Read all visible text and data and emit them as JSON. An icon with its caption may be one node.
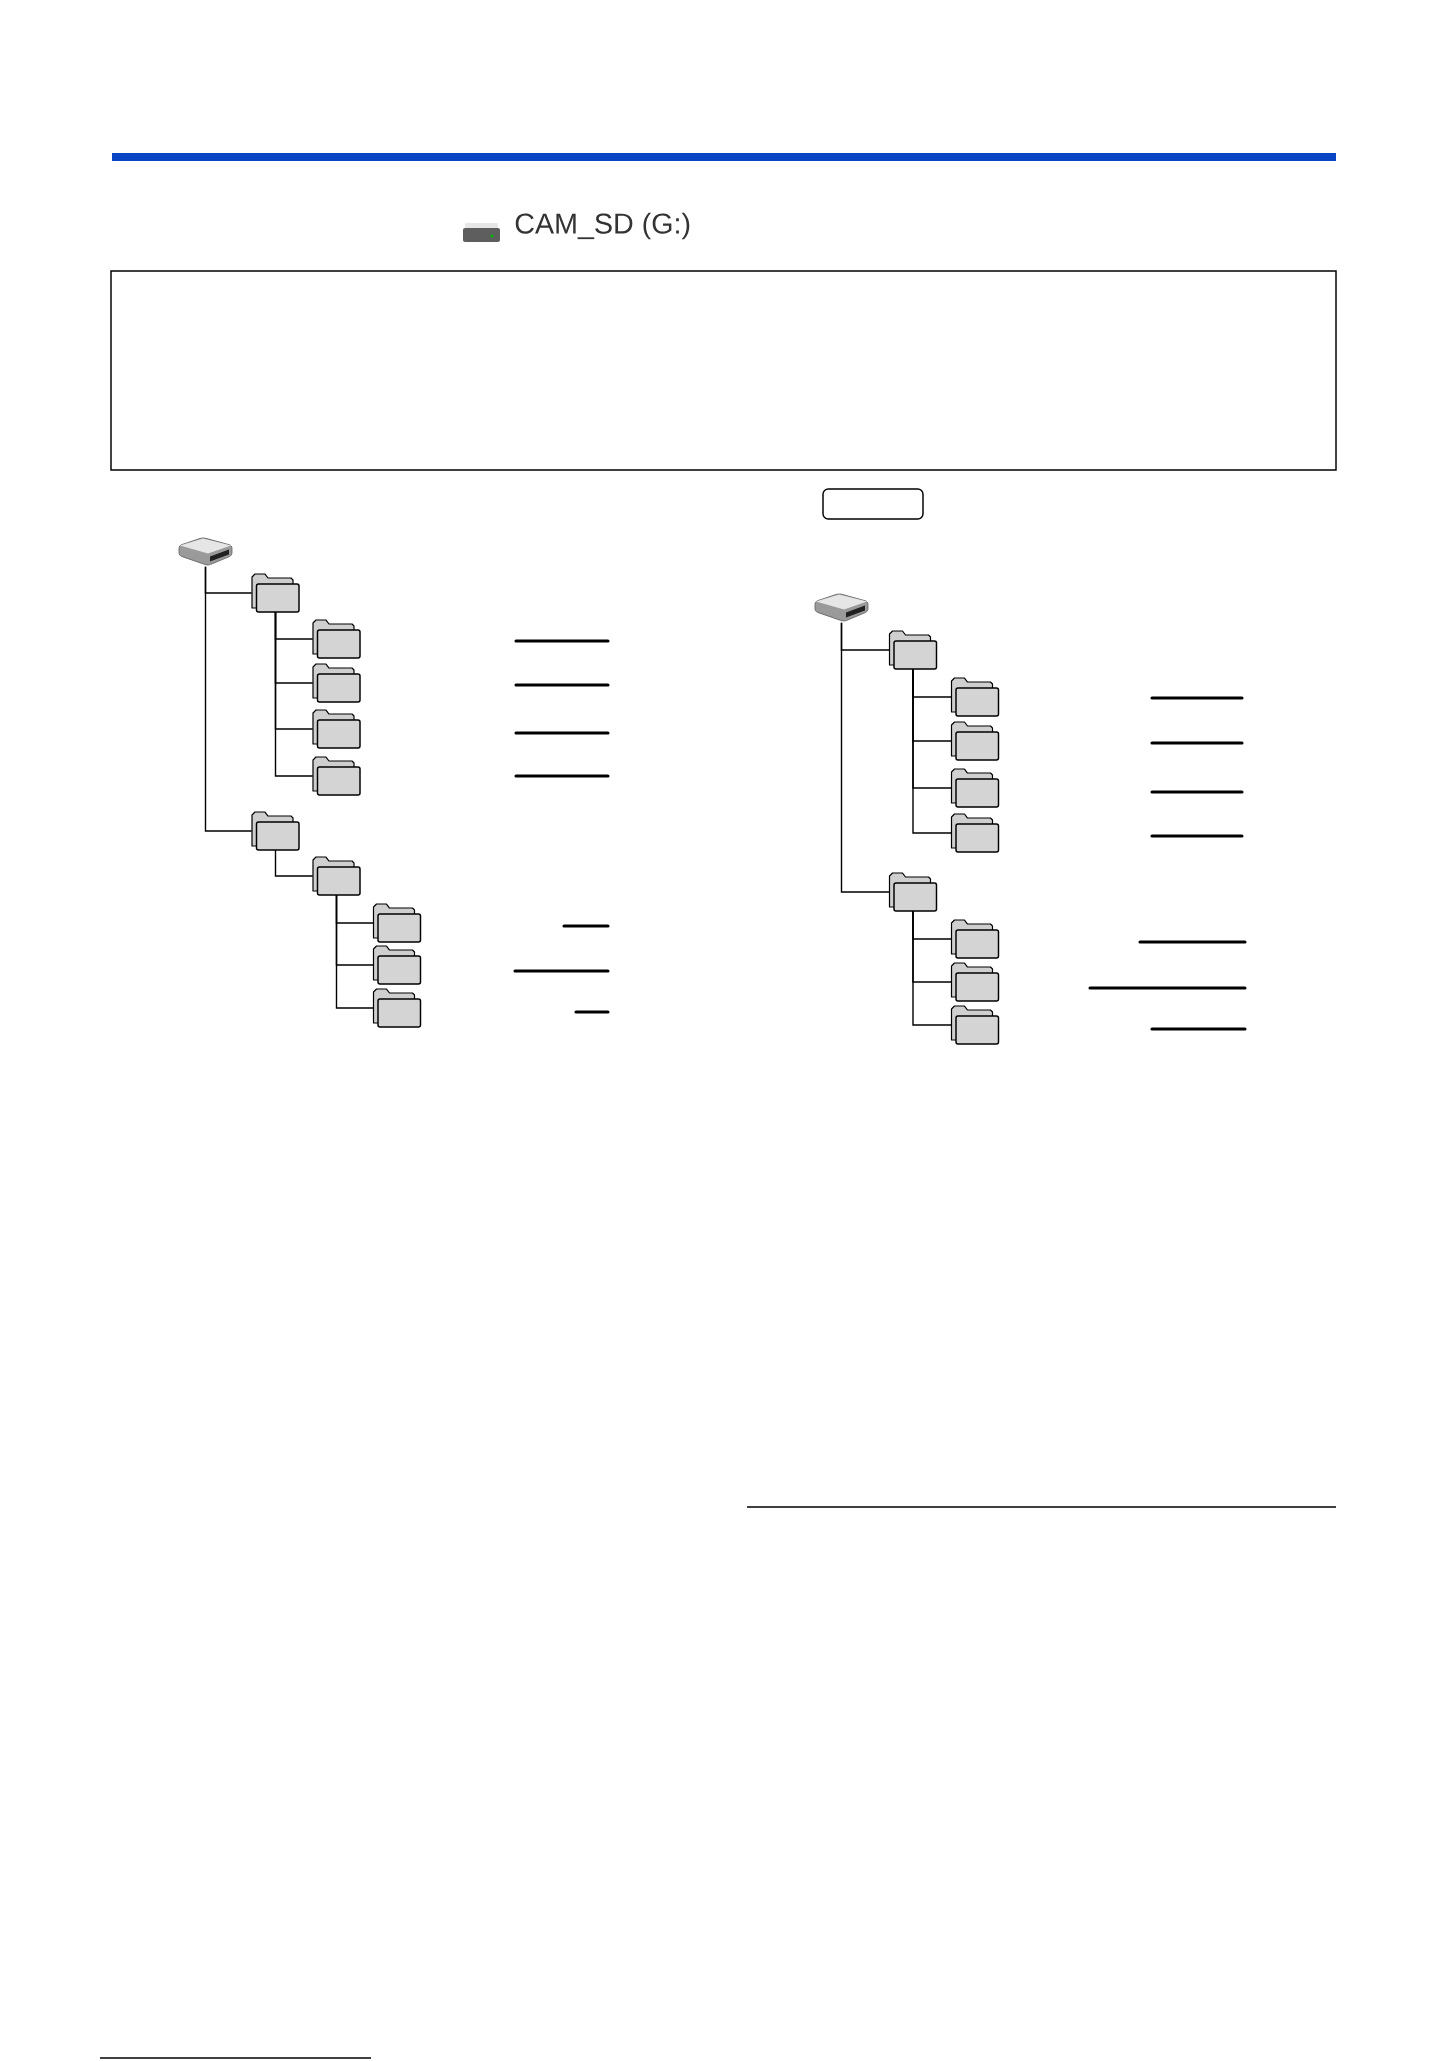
{
  "diagram": {
    "nodes": [
      {
        "text": [],
        "shape": "drive"
      },
      {
        "text": [],
        "shape": "folder"
      },
      {
        "text": [],
        "shape": "folder"
      },
      {
        "text": [],
        "shape": "folder"
      },
      {
        "text": [],
        "shape": "folder"
      },
      {
        "text": [],
        "shape": "folder"
      },
      {
        "text": [],
        "shape": "folder"
      },
      {
        "text": [],
        "shape": "folder"
      },
      {
        "text": [],
        "shape": "folder"
      },
      {
        "text": [],
        "shape": "folder"
      },
      {
        "text": [],
        "shape": "folder"
      },
      {
        "text": [],
        "shape": "box"
      },
      {
        "text": [],
        "shape": "drive"
      },
      {
        "text": [],
        "shape": "folder"
      },
      {
        "text": [],
        "shape": "folder"
      },
      {
        "text": [],
        "shape": "folder"
      },
      {
        "text": [],
        "shape": "folder"
      },
      {
        "text": [],
        "shape": "folder"
      },
      {
        "text": [],
        "shape": "folder"
      },
      {
        "text": [],
        "shape": "folder"
      },
      {
        "text": [],
        "shape": "folder"
      },
      {
        "text": [],
        "shape": "folder"
      }
    ],
    "edges": [
      {
        "from": 0,
        "to": 1,
        "arrow": "none"
      },
      {
        "from": 1,
        "to": 2,
        "arrow": "none"
      },
      {
        "from": 1,
        "to": 3,
        "arrow": "none"
      },
      {
        "from": 1,
        "to": 4,
        "arrow": "none"
      },
      {
        "from": 1,
        "to": 5,
        "arrow": "none"
      },
      {
        "from": 0,
        "to": 6,
        "arrow": "none"
      },
      {
        "from": 6,
        "to": 7,
        "arrow": "none"
      },
      {
        "from": 7,
        "to": 8,
        "arrow": "none"
      },
      {
        "from": 7,
        "to": 9,
        "arrow": "none"
      },
      {
        "from": 7,
        "to": 10,
        "arrow": "none"
      },
      {
        "from": 12,
        "to": 13,
        "arrow": "none"
      },
      {
        "from": 13,
        "to": 14,
        "arrow": "none"
      },
      {
        "from": 13,
        "to": 15,
        "arrow": "none"
      },
      {
        "from": 13,
        "to": 16,
        "arrow": "none"
      },
      {
        "from": 13,
        "to": 17,
        "arrow": "none"
      },
      {
        "from": 12,
        "to": 18,
        "arrow": "none"
      },
      {
        "from": 18,
        "to": 19,
        "arrow": "none"
      },
      {
        "from": 18,
        "to": 20,
        "arrow": "none"
      },
      {
        "from": 18,
        "to": 21,
        "arrow": "none"
      }
    ],
    "labels": [
      "CAM_SD (G:)"
    ]
  }
}
